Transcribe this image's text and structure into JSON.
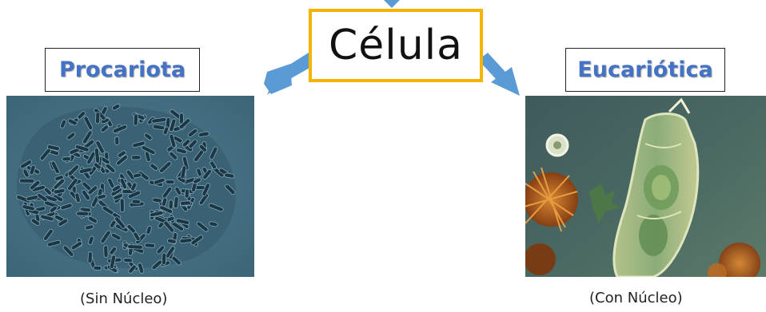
{
  "diagram": {
    "title": "Célula",
    "left": {
      "label": "Procariota",
      "caption": "(Sin Núcleo)"
    },
    "right": {
      "label": "Eucariótica",
      "caption": "(Con Núcleo)"
    }
  },
  "colors": {
    "title_border": "#F4B400",
    "label_text": "#4472C4",
    "arrow": "#5B9BD5"
  }
}
